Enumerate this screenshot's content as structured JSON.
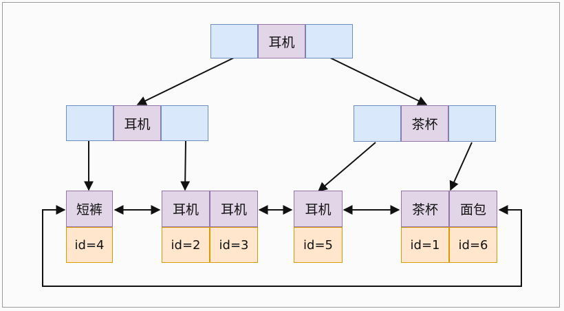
{
  "root": {
    "key": "耳机"
  },
  "internal_left": {
    "key": "耳机"
  },
  "internal_right": {
    "key": "茶杯"
  },
  "leaves": [
    {
      "keys": [
        "短裤"
      ],
      "ids": [
        "id=4"
      ]
    },
    {
      "keys": [
        "耳机",
        "耳机"
      ],
      "ids": [
        "id=2",
        "id=3"
      ]
    },
    {
      "keys": [
        "耳机"
      ],
      "ids": [
        "id=5"
      ]
    },
    {
      "keys": [
        "茶杯",
        "面包"
      ],
      "ids": [
        "id=1",
        "id=6"
      ]
    }
  ],
  "colors": {
    "pointer_fill": "#dae8fc",
    "key_fill": "#e1d5e7",
    "id_fill": "#ffe6cc",
    "line": "#111111"
  }
}
